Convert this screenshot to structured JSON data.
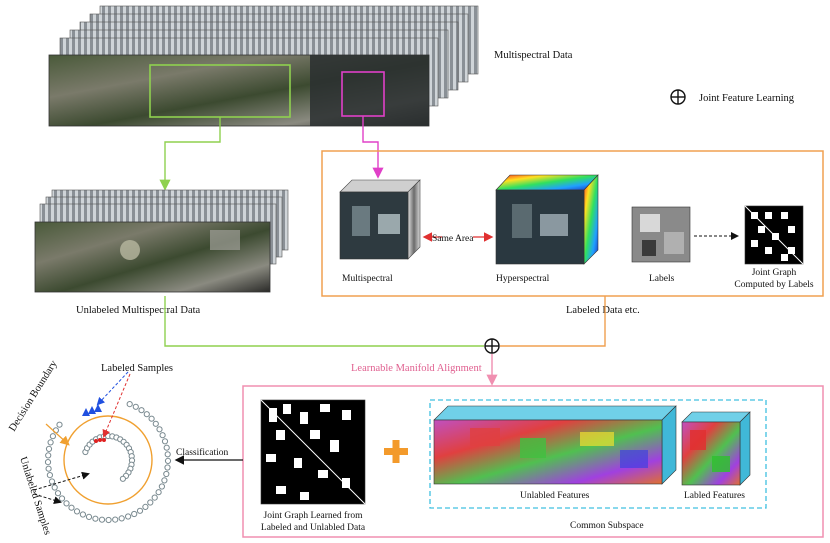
{
  "top": {
    "multispectral_data_label": "Multispectral Data",
    "legend_label": "Joint Feature Learning"
  },
  "unlabeled_block": {
    "label": "Unlabeled Multispectral Data"
  },
  "labeled_block": {
    "multispectral_label": "Multispectral",
    "same_area_label": "Same Area",
    "hyperspectral_label": "Hyperspectral",
    "labels_label": "Labels",
    "joint_graph_label_line1": "Joint Graph",
    "joint_graph_label_line2": "Computed by Labels",
    "caption": "Labeled Data etc."
  },
  "alignment_label": "Learnable Manifold Alignment",
  "bottom": {
    "joint_graph_learned_line1": "Joint Graph Learned from",
    "joint_graph_learned_line2": "Labeled and Unlabled Data",
    "unlabeled_features_label": "Unlabled Features",
    "labeled_features_label": "Labled Features",
    "common_subspace_label": "Common Subspace",
    "classification_label": "Classification"
  },
  "left_panel": {
    "labeled_samples_label": "Labeled Samples",
    "decision_boundary_label": "Decision Boundary",
    "unlabeled_samples_label": "Unlabeled Samples"
  },
  "colors": {
    "green_arrow": "#8fd14f",
    "magenta_arrow": "#e040c8",
    "orange_box": "#f0a050",
    "pink_box": "#f08fb0",
    "cyan_dashed": "#40c0e0",
    "red_arrow": "#e03030",
    "orange_plus": "#f39a2b",
    "blue_samples": "#2050e0",
    "red_samples": "#e02020",
    "gray_samples": "#7a8a90",
    "circle_orange": "#f0a030"
  }
}
